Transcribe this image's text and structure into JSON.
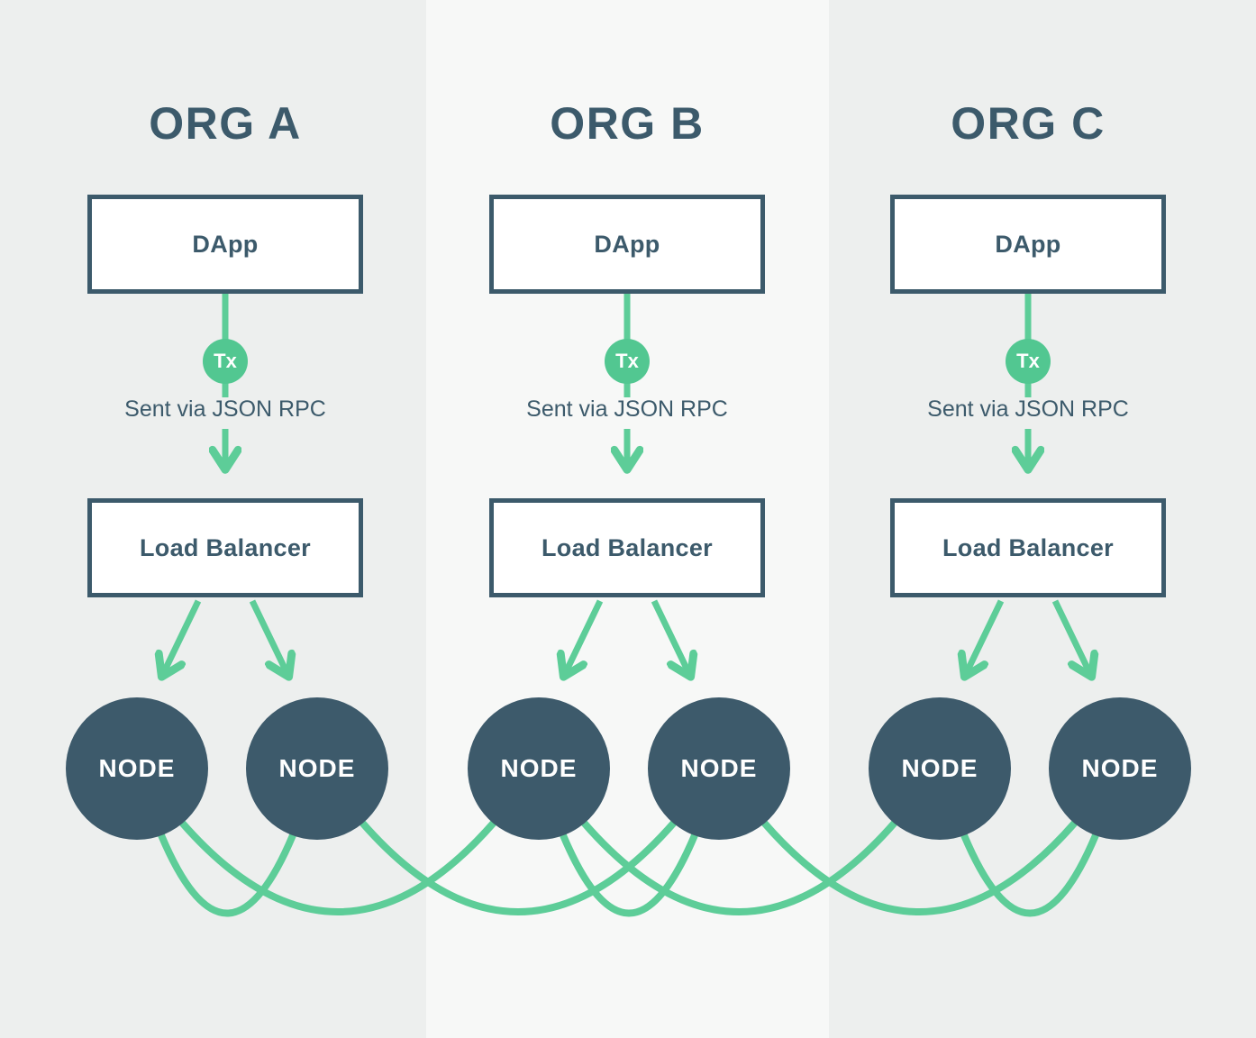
{
  "colors": {
    "background_outer": "#edefee",
    "background_middle": "#f7f8f7",
    "ink": "#3c5a6b",
    "green": "#5dcd98",
    "tx_fill": "#52c791",
    "box_fill": "#ffffff",
    "node_fill": "#3d5a6b",
    "node_text": "#ffffff"
  },
  "orgs": [
    {
      "title": "ORG A",
      "dapp_label": "DApp",
      "tx_label": "Tx",
      "sent_via_label": "Sent via JSON RPC",
      "load_balancer_label": "Load Balancer",
      "nodes": [
        "NODE",
        "NODE"
      ]
    },
    {
      "title": "ORG B",
      "dapp_label": "DApp",
      "tx_label": "Tx",
      "sent_via_label": "Sent via JSON RPC",
      "load_balancer_label": "Load Balancer",
      "nodes": [
        "NODE",
        "NODE"
      ]
    },
    {
      "title": "ORG C",
      "dapp_label": "DApp",
      "tx_label": "Tx",
      "sent_via_label": "Sent via JSON RPC",
      "load_balancer_label": "Load Balancer",
      "nodes": [
        "NODE",
        "NODE"
      ]
    }
  ]
}
